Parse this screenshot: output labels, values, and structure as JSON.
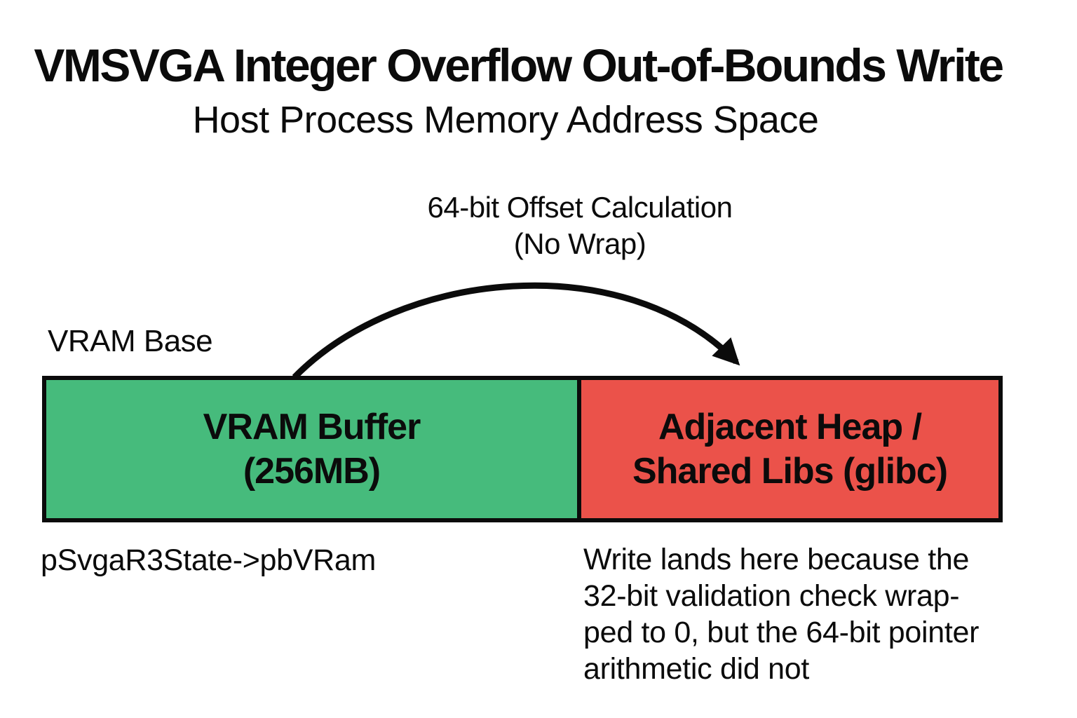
{
  "header": {
    "title": "VMSVGA Integer Overflow Out-of-Bounds Write",
    "subtitle": "Host Process Memory Address Space"
  },
  "arrow_annotation": {
    "line1": "64-bit Offset Calculation",
    "line2": "(No Wrap)"
  },
  "vram_base_label": "VRAM Base",
  "memory_segments": [
    {
      "label_line1": "VRAM Buffer",
      "label_line2": "(256MB)",
      "color": "#46BB7C"
    },
    {
      "label_line1": "Adjacent Heap /",
      "label_line2": "Shared Libs (glibc)",
      "color": "#EB524A"
    }
  ],
  "footnotes": {
    "vram_pointer": "pSvgaR3State->pbVRam",
    "write_note": [
      "Write lands here because the",
      "32-bit validation check wrap-",
      "ped to 0, but the 64-bit pointer",
      "arithmetic did not"
    ]
  },
  "colors": {
    "ink": "#0b0b0b",
    "vram_green": "#46BB7C",
    "heap_red": "#EB524A"
  }
}
